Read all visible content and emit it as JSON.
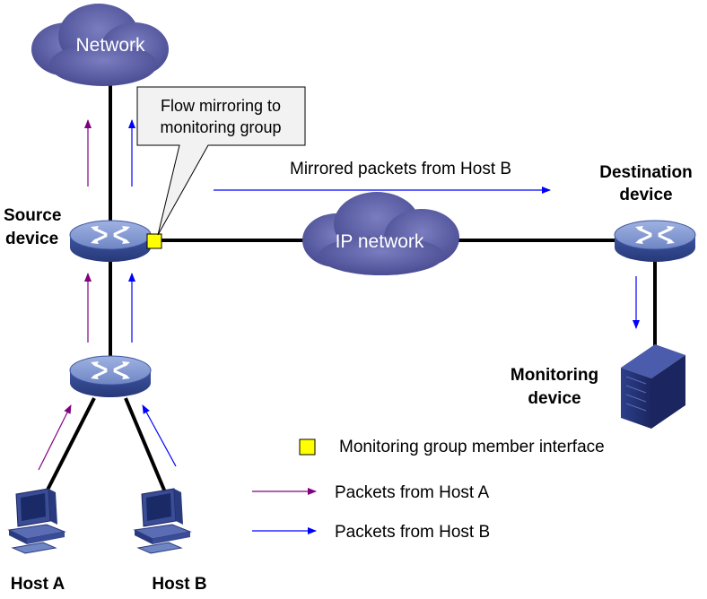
{
  "clouds": {
    "network": "Network",
    "ip_network": "IP network"
  },
  "callout": {
    "line1": "Flow mirroring to",
    "line2": "monitoring group"
  },
  "labels": {
    "mirrored_packets": "Mirrored packets from Host B",
    "source_device_line1": "Source",
    "source_device_line2": "device",
    "destination_device_line1": "Destination",
    "destination_device_line2": "device",
    "monitoring_device_line1": "Monitoring",
    "monitoring_device_line2": "device",
    "host_a": "Host A",
    "host_b": "Host B"
  },
  "legend": {
    "member_interface": "Monitoring group member interface",
    "packets_host_a": "Packets from Host A",
    "packets_host_b": "Packets from Host B"
  },
  "colors": {
    "host_a_arrow": "#800080",
    "host_b_arrow": "#0000ff",
    "member_interface": "#ffff00",
    "cloud": "#5b5ea6",
    "device": "#6f86c4"
  }
}
